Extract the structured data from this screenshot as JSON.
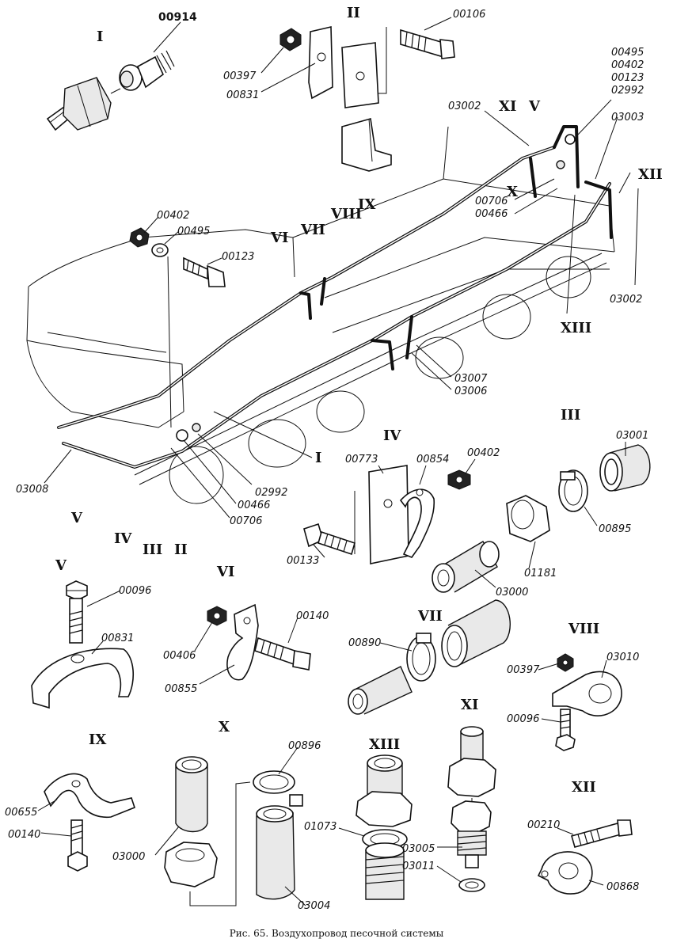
{
  "caption": "Рис. 65. Воздухопровод песочной системы",
  "views": {
    "I": "I",
    "II": "II",
    "III": "III",
    "IV": "IV",
    "V": "V",
    "VI": "VI",
    "VII": "VII",
    "VIII": "VIII",
    "IX": "IX",
    "X": "X",
    "XI": "XI",
    "XII": "XII",
    "XIII": "XIII"
  },
  "parts": {
    "p00914": "00914",
    "p00106": "00106",
    "p00397": "00397",
    "p00831": "00831",
    "p00495": "00495",
    "p00402": "00402",
    "p00123": "00123",
    "p02992": "02992",
    "p03002": "03002",
    "p03003": "03003",
    "p00706": "00706",
    "p00466": "00466",
    "p03007": "03007",
    "p03006": "03006",
    "p03008": "03008",
    "p03001": "03001",
    "p00773": "00773",
    "p00854": "00854",
    "p00895": "00895",
    "p00133": "00133",
    "p01181": "01181",
    "p03000": "03000",
    "p00096": "00096",
    "p00406": "00406",
    "p00855": "00855",
    "p00140": "00140",
    "p00890": "00890",
    "p03010": "03010",
    "p00655": "00655",
    "p00896": "00896",
    "p03004": "03004",
    "p01073": "01073",
    "p03005": "03005",
    "p03011": "03011",
    "p00210": "00210",
    "p00868": "00868"
  }
}
